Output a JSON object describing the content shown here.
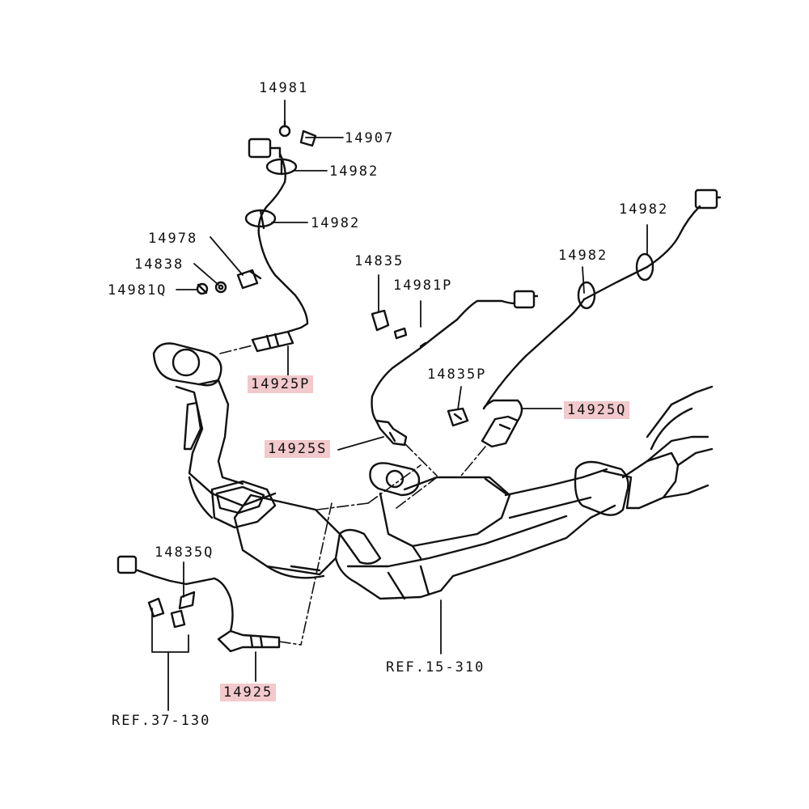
{
  "colors": {
    "line": "#111111",
    "highlight": "#f2c9cc",
    "background": "#ffffff"
  },
  "labels": {
    "p14981": "14981",
    "p14907": "14907",
    "p14982_a": "14982",
    "p14982_b": "14982",
    "p14978": "14978",
    "p14838": "14838",
    "p14981q": "14981Q",
    "p14925p": "14925P",
    "p14835": "14835",
    "p14981p": "14981P",
    "p14982_c": "14982",
    "p14982_d": "14982",
    "p14835p": "14835P",
    "p14925q": "14925Q",
    "p14925s": "14925S",
    "p14835q": "14835Q",
    "p14925": "14925",
    "ref_15_310": "REF.15-310",
    "ref_37_130": "REF.37-130"
  },
  "highlighted_parts": [
    "14925P",
    "14925Q",
    "14925S",
    "14925"
  ]
}
